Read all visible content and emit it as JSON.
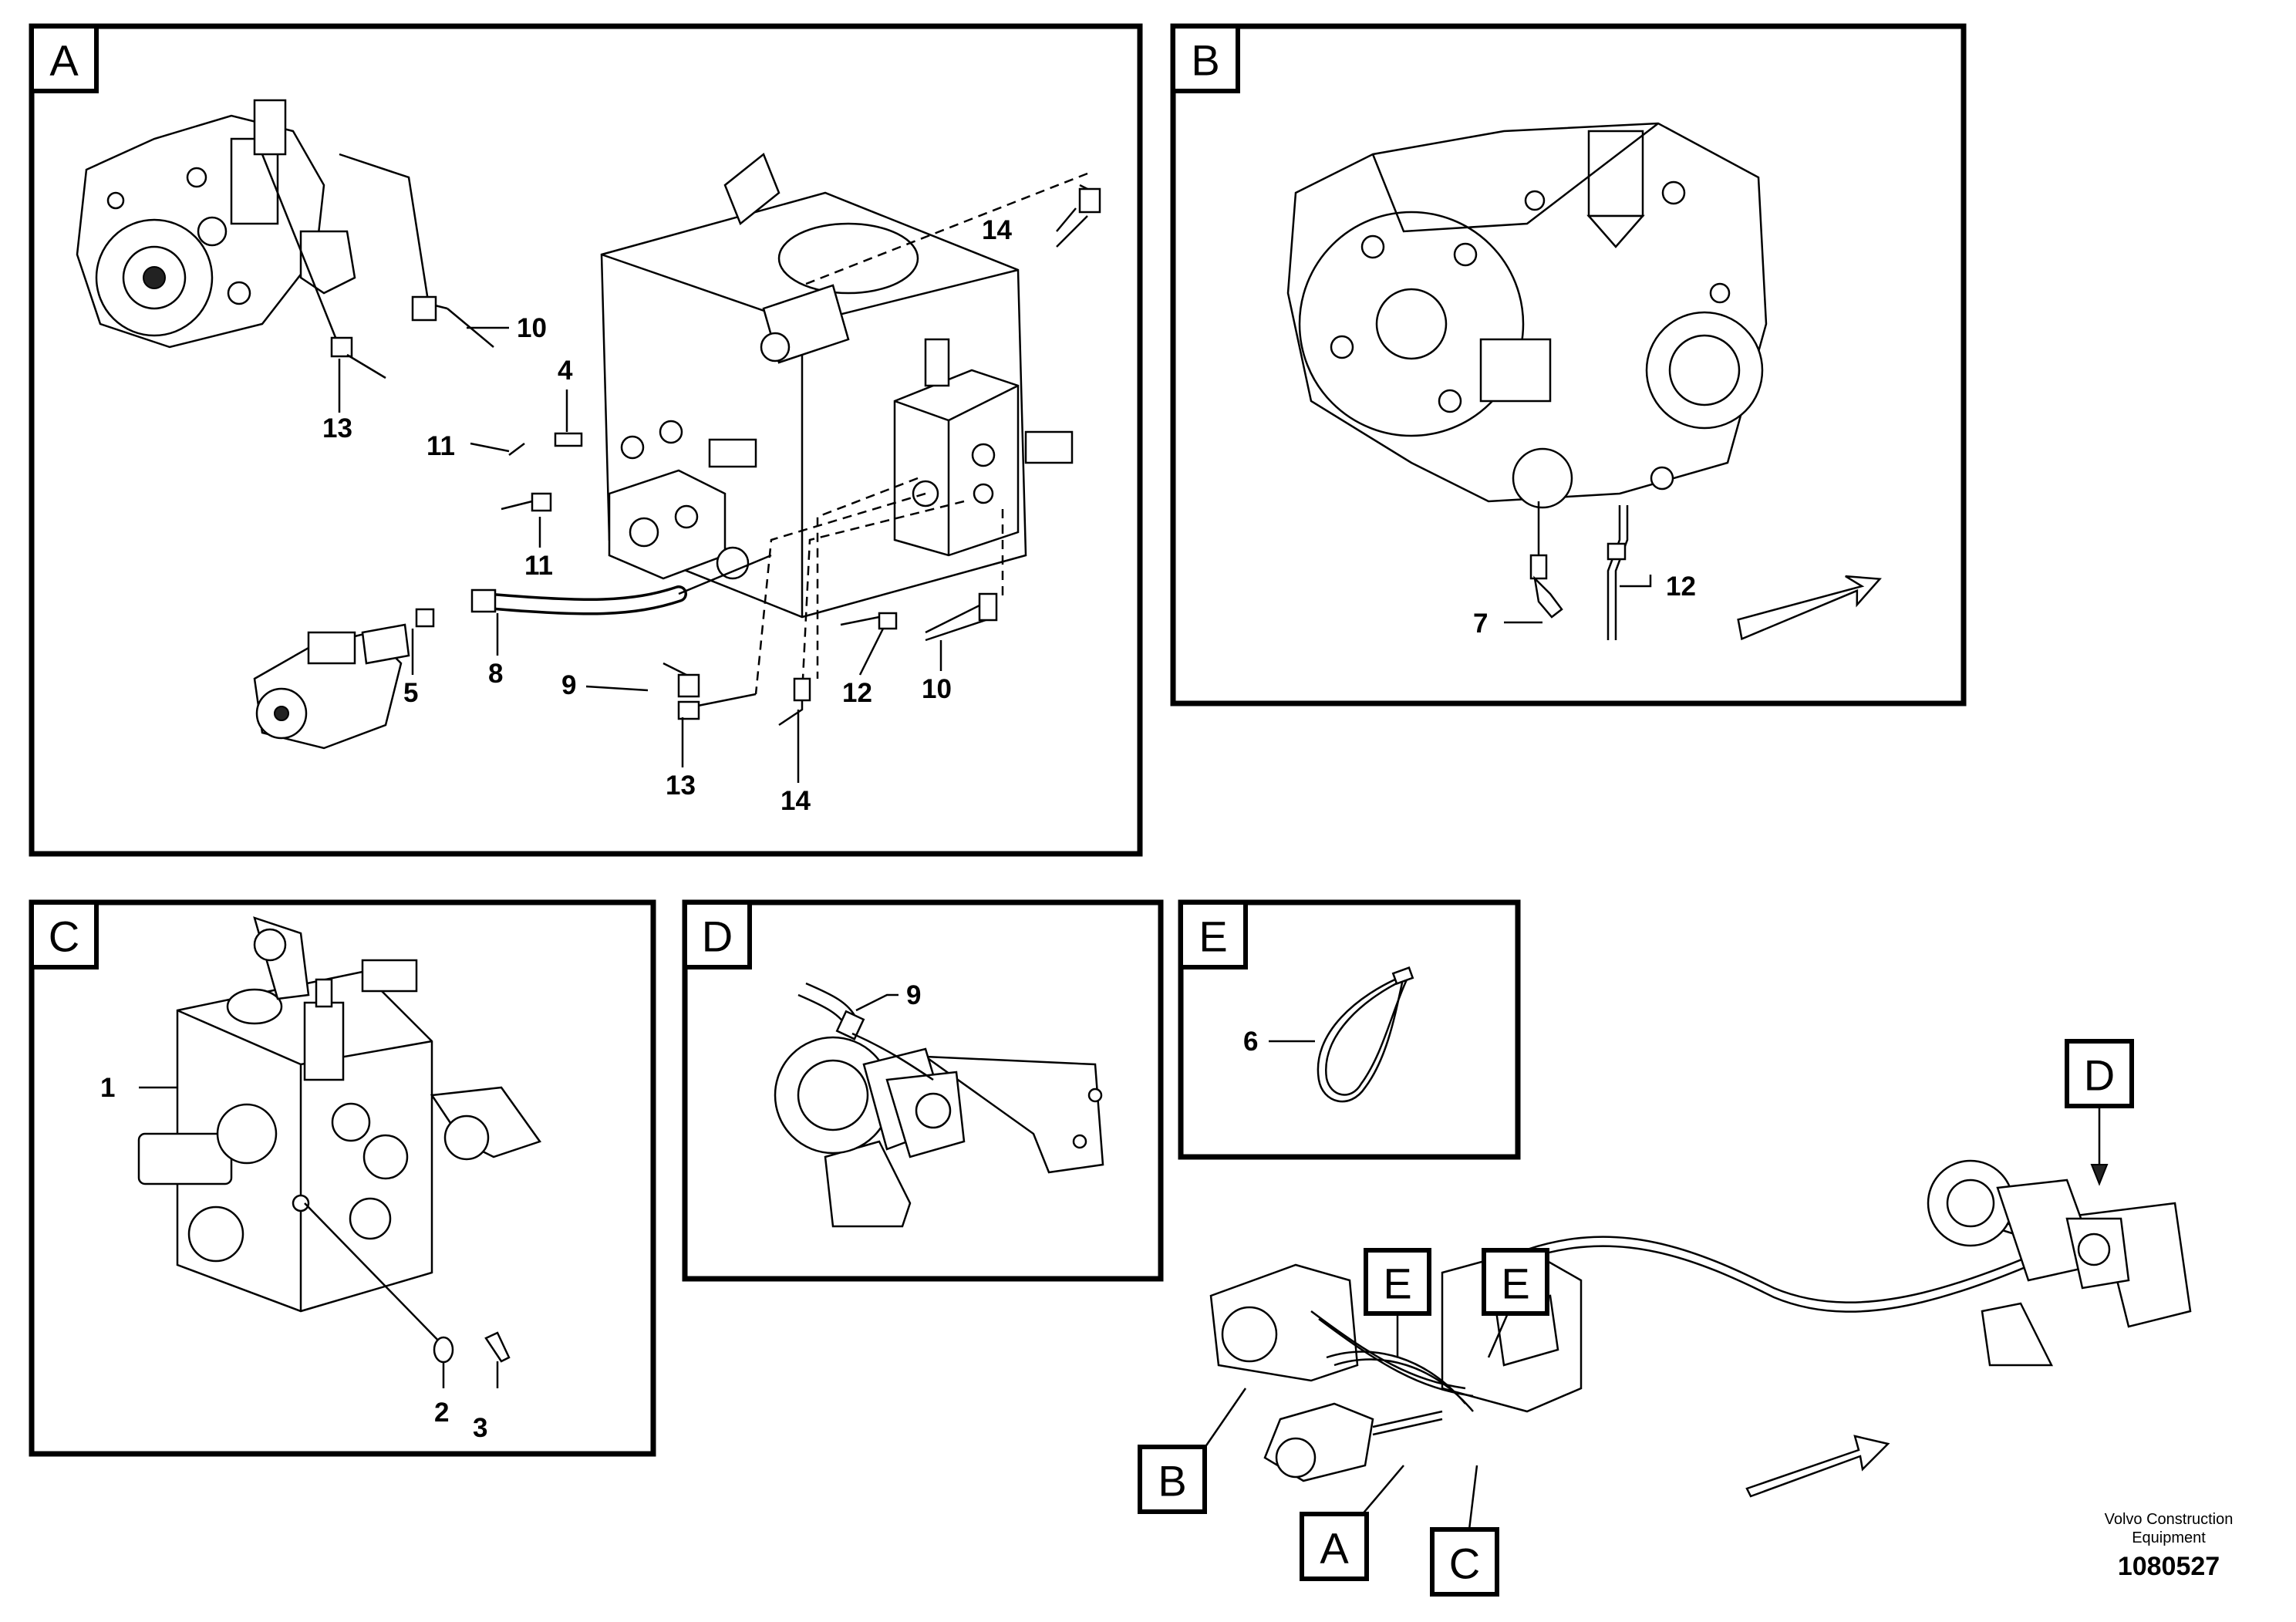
{
  "panels": {
    "a": {
      "letter": "A"
    },
    "b": {
      "letter": "B"
    },
    "c": {
      "letter": "C"
    },
    "d": {
      "letter": "D"
    },
    "e": {
      "letter": "E"
    }
  },
  "callouts": {
    "a": [
      "10",
      "13",
      "4",
      "11",
      "11",
      "14",
      "5",
      "8",
      "9",
      "13",
      "14",
      "12",
      "10"
    ],
    "b": [
      "7",
      "12"
    ],
    "c": [
      "1",
      "2",
      "3"
    ],
    "d": [
      "9"
    ],
    "e": [
      "6"
    ]
  },
  "overview_tags": [
    "D",
    "E",
    "E",
    "B",
    "A",
    "C"
  ],
  "footer": {
    "brand_line1": "Volvo Construction",
    "brand_line2": "Equipment",
    "figure_number": "1080527"
  }
}
